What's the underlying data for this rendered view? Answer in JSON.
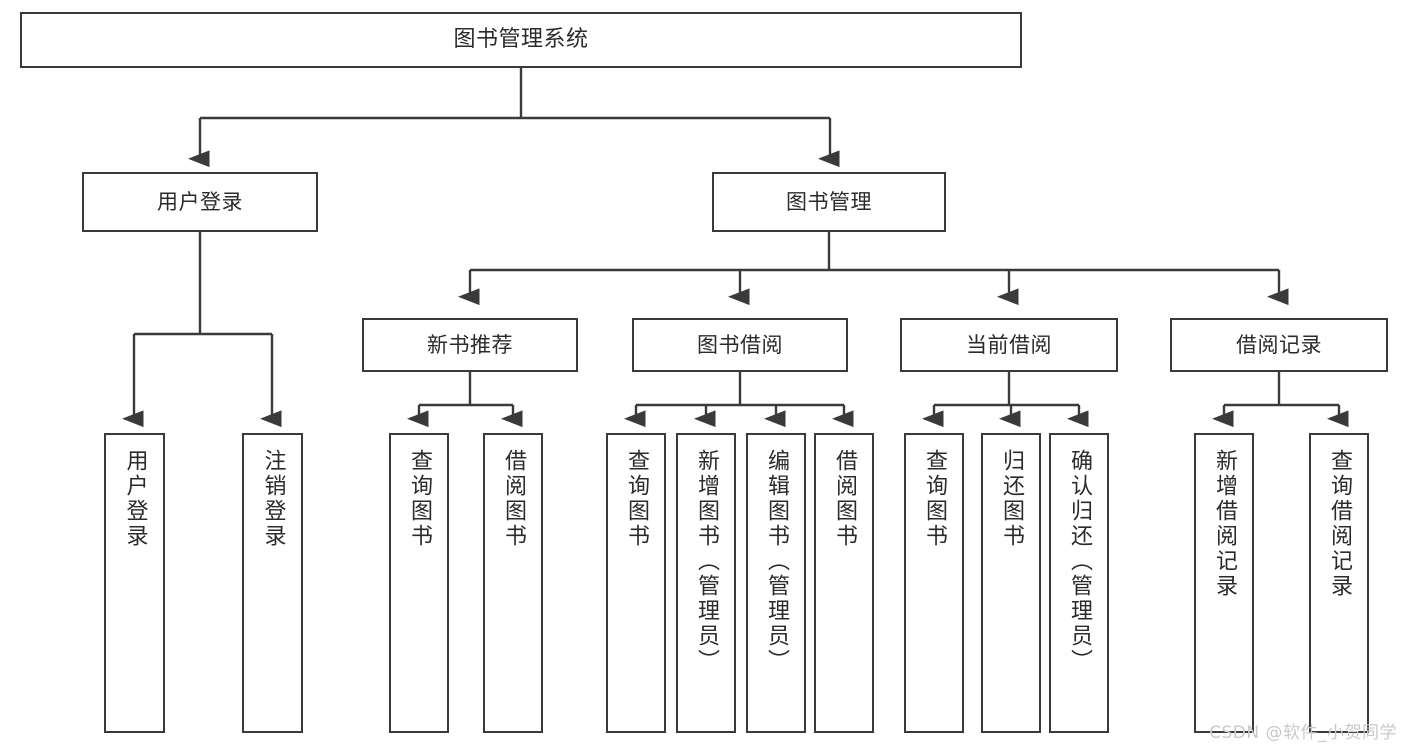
{
  "diagram": {
    "title": "图书管理系统",
    "type": "tree",
    "watermark": "CSDN @软件_小贺同学",
    "colors": {
      "box_border": "#3a3a3a",
      "box_fill": "#ffffff",
      "edge": "#3a3a3a",
      "text": "#2b2b2b",
      "watermark": "#c9c9c9",
      "background": "#ffffff"
    },
    "levels": {
      "root": [
        "图书管理系统"
      ],
      "level2": [
        "用户登录",
        "图书管理"
      ],
      "level3": [
        "新书推荐",
        "图书借阅",
        "当前借阅",
        "借阅记录"
      ],
      "leaves": [
        "用户登录",
        "注销登录",
        "查询图书",
        "借阅图书",
        "查询图书",
        "新增图书（管理员）",
        "编辑图书（管理员）",
        "借阅图书",
        "查询图书",
        "归还图书",
        "确认归还（管理员）",
        "新增借阅记录",
        "查询借阅记录"
      ]
    },
    "nodes": {
      "root": {
        "label": "图书管理系统"
      },
      "user_login": {
        "label": "用户登录"
      },
      "book_mgmt": {
        "label": "图书管理"
      },
      "new_book_rec": {
        "label": "新书推荐"
      },
      "book_borrow": {
        "label": "图书借阅"
      },
      "current_borrow": {
        "label": "当前借阅"
      },
      "borrow_record": {
        "label": "借阅记录"
      },
      "leaf_user_login": {
        "label": "用户登录"
      },
      "leaf_user_logout": {
        "label": "注销登录"
      },
      "leaf_query_book_1": {
        "label": "查询图书"
      },
      "leaf_borrow_book_1": {
        "label": "借阅图书"
      },
      "leaf_query_book_2": {
        "label": "查询图书"
      },
      "leaf_add_book": {
        "label": "新增图书（管理员）"
      },
      "leaf_edit_book": {
        "label": "编辑图书（管理员）"
      },
      "leaf_borrow_book_2": {
        "label": "借阅图书"
      },
      "leaf_query_book_3": {
        "label": "查询图书"
      },
      "leaf_return_book": {
        "label": "归还图书"
      },
      "leaf_confirm_return": {
        "label": "确认归还（管理员）"
      },
      "leaf_add_record": {
        "label": "新增借阅记录"
      },
      "leaf_query_record": {
        "label": "查询借阅记录"
      }
    },
    "edges": [
      {
        "from": "root",
        "to": "user_login"
      },
      {
        "from": "root",
        "to": "book_mgmt"
      },
      {
        "from": "user_login",
        "to": "leaf_user_login"
      },
      {
        "from": "user_login",
        "to": "leaf_user_logout"
      },
      {
        "from": "book_mgmt",
        "to": "new_book_rec"
      },
      {
        "from": "book_mgmt",
        "to": "book_borrow"
      },
      {
        "from": "book_mgmt",
        "to": "current_borrow"
      },
      {
        "from": "book_mgmt",
        "to": "borrow_record"
      },
      {
        "from": "new_book_rec",
        "to": "leaf_query_book_1"
      },
      {
        "from": "new_book_rec",
        "to": "leaf_borrow_book_1"
      },
      {
        "from": "book_borrow",
        "to": "leaf_query_book_2"
      },
      {
        "from": "book_borrow",
        "to": "leaf_add_book"
      },
      {
        "from": "book_borrow",
        "to": "leaf_edit_book"
      },
      {
        "from": "book_borrow",
        "to": "leaf_borrow_book_2"
      },
      {
        "from": "current_borrow",
        "to": "leaf_query_book_3"
      },
      {
        "from": "current_borrow",
        "to": "leaf_return_book"
      },
      {
        "from": "current_borrow",
        "to": "leaf_confirm_return"
      },
      {
        "from": "borrow_record",
        "to": "leaf_add_record"
      },
      {
        "from": "borrow_record",
        "to": "leaf_query_record"
      }
    ]
  }
}
